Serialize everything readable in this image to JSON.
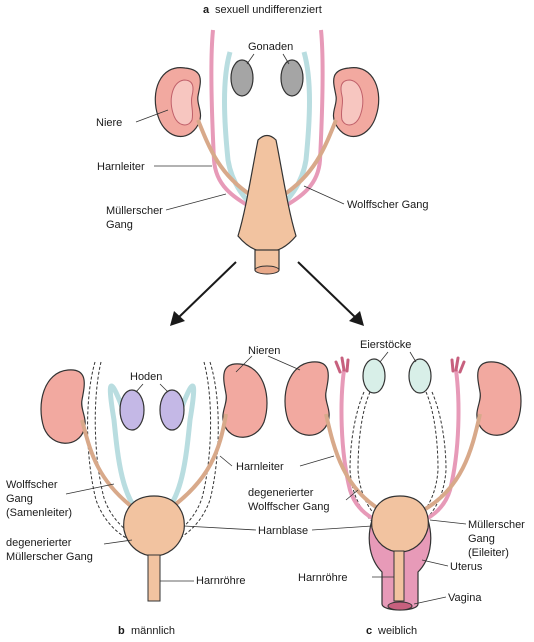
{
  "panel_a": {
    "letter": "a",
    "title": "sexuell undifferenziert",
    "labels": {
      "gonaden": "Gonaden",
      "niere": "Niere",
      "harnleiter": "Harnleiter",
      "muellerscher_1": "Müllerscher",
      "muellerscher_2": "Gang",
      "wolffscher": "Wolffscher Gang"
    }
  },
  "panel_b": {
    "letter": "b",
    "title": "männlich",
    "labels": {
      "hoden": "Hoden",
      "wolff_1": "Wolffscher",
      "wolff_2": "Gang",
      "wolff_3": "(Samenleiter)",
      "degen_1": "degenerierter",
      "degen_2": "Müllerscher Gang",
      "harnroehre": "Harnröhre"
    }
  },
  "panel_c": {
    "letter": "c",
    "title": "weiblich",
    "labels": {
      "eierstoecke": "Eierstöcke",
      "harnroehre": "Harnröhre",
      "mueller_1": "Müllerscher",
      "mueller_2": "Gang",
      "mueller_3": "(Eileiter)",
      "uterus": "Uterus",
      "vagina": "Vagina"
    }
  },
  "shared_labels": {
    "nieren": "Nieren",
    "harnleiter": "Harnleiter",
    "degen_wolff_1": "degenerierter",
    "degen_wolff_2": "Wolffscher Gang",
    "harnblase": "Harnblase"
  },
  "colors": {
    "kidney": "#f2a9a0",
    "kidney_inner": "#f7c6c0",
    "bladder": "#f2c3a0",
    "wolff_duct": "#b9dde0",
    "mueller_duct": "#e79ab8",
    "ureter": "#d8a98a",
    "gonad": "#a5a5a5",
    "testis": "#c4b8e6",
    "ovary": "#d8efe8",
    "outline": "#333333"
  }
}
